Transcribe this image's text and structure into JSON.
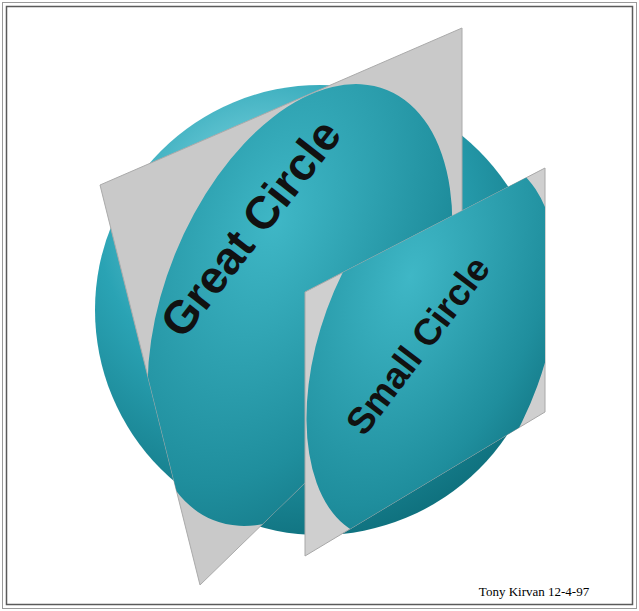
{
  "diagram": {
    "labels": [
      "Great Circle",
      "Small Circle",
      "Tony Kirvan 12-4-97"
    ]
  }
}
